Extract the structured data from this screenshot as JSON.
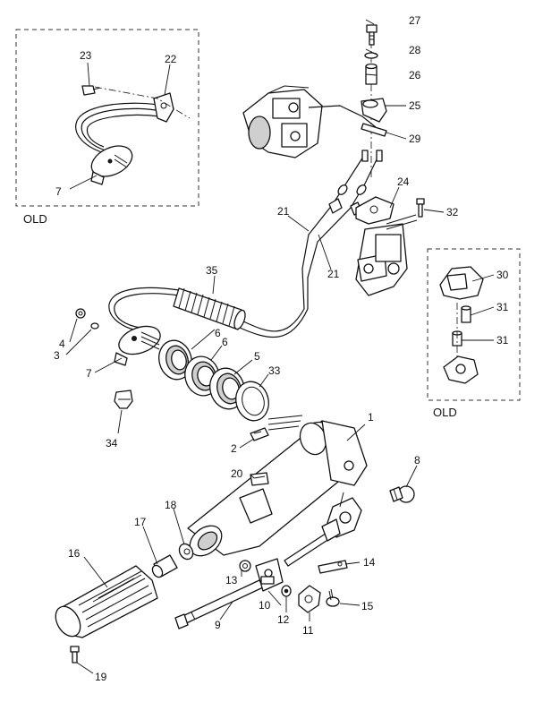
{
  "diagram": {
    "box_labels": {
      "upper_left": "OLD",
      "right": "OLD"
    },
    "callouts": {
      "p1": "1",
      "p2": "2",
      "p3": "3",
      "p4": "4",
      "p5": "5",
      "p6a": "6",
      "p6b": "6",
      "p7a": "7",
      "p7b": "7",
      "p8": "8",
      "p9": "9",
      "p10": "10",
      "p11": "11",
      "p12": "12",
      "p13": "13",
      "p14": "14",
      "p15": "15",
      "p16": "16",
      "p17": "17",
      "p18": "18",
      "p19": "19",
      "p20": "20",
      "p21a": "21",
      "p21b": "21",
      "p22": "22",
      "p23": "23",
      "p24": "24",
      "p25": "25",
      "p26": "26",
      "p27": "27",
      "p28": "28",
      "p29": "29",
      "p30": "30",
      "p31a": "31",
      "p31b": "31",
      "p32": "32",
      "p33": "33",
      "p34": "34",
      "p35": "35"
    }
  }
}
